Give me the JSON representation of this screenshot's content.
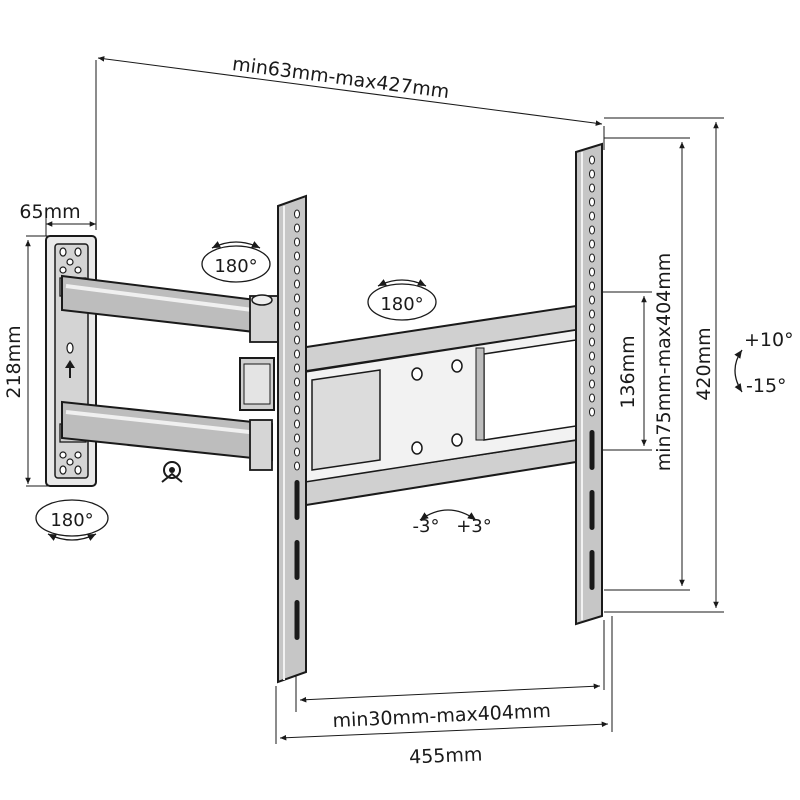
{
  "dimensions": {
    "top_span": "min63mm-max427mm",
    "wall_depth": "65mm",
    "wall_plate_height": "218mm",
    "vesa_vertical": "min75mm-max404mm",
    "overall_height": "420mm",
    "inner_height": "136mm",
    "vesa_horizontal": "min30mm-max404mm",
    "overall_width": "455mm"
  },
  "rotations": {
    "arm_swivel": "180°",
    "head_swivel": "180°",
    "wall_swivel": "180°",
    "tilt_up": "+10°",
    "tilt_down": "-15°",
    "level_left": "-3°",
    "level_right": "+3°"
  }
}
